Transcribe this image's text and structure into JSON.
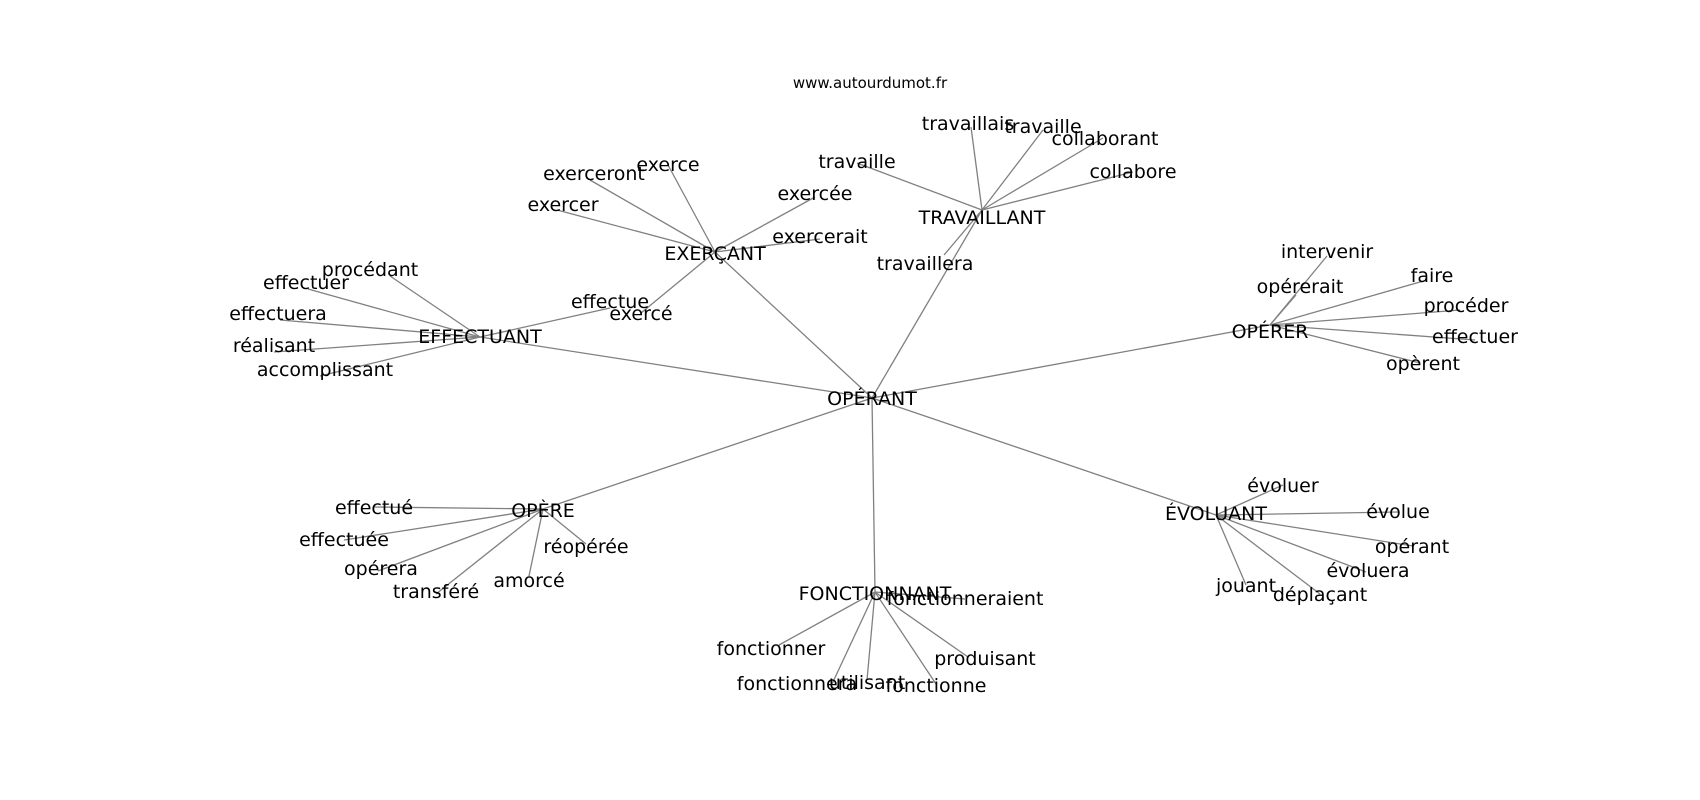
{
  "source": "www.autourdumot.fr",
  "center": "OPÉRANT",
  "hubs": [
    {
      "id": "effectuant",
      "label": "EFFECTUANT",
      "leaves": [
        "procédant",
        "effectuer",
        "effectuera",
        "réalisant",
        "accomplissant",
        "effectue"
      ]
    },
    {
      "id": "exercant",
      "label": "EXERÇANT",
      "leaves": [
        "exerceront",
        "exerce",
        "exercer",
        "exercée",
        "exercerait",
        "exercé"
      ]
    },
    {
      "id": "travaillant",
      "label": "TRAVAILLANT",
      "leaves": [
        "travaille",
        "travaillais",
        "travaille",
        "collaborant",
        "collabore",
        "travaillera"
      ]
    },
    {
      "id": "operer",
      "label": "OPÉRER",
      "leaves": [
        "intervenir",
        "opérerait",
        "faire",
        "procéder",
        "effectuer",
        "opèrent"
      ]
    },
    {
      "id": "opere",
      "label": "OPÈRE",
      "leaves": [
        "effectué",
        "effectuée",
        "opérera",
        "transféré",
        "amorcé",
        "réopérée"
      ]
    },
    {
      "id": "fonctionnant",
      "label": "FONCTIONNANT",
      "leaves": [
        "fonctionneraient",
        "fonctionner",
        "fonctionnera",
        "utilisant",
        "produisant",
        "fonctionne"
      ]
    },
    {
      "id": "evoluant",
      "label": "ÉVOLUANT",
      "leaves": [
        "évoluer",
        "évolue",
        "opérant",
        "évoluera",
        "jouant",
        "déplaçant"
      ]
    }
  ]
}
